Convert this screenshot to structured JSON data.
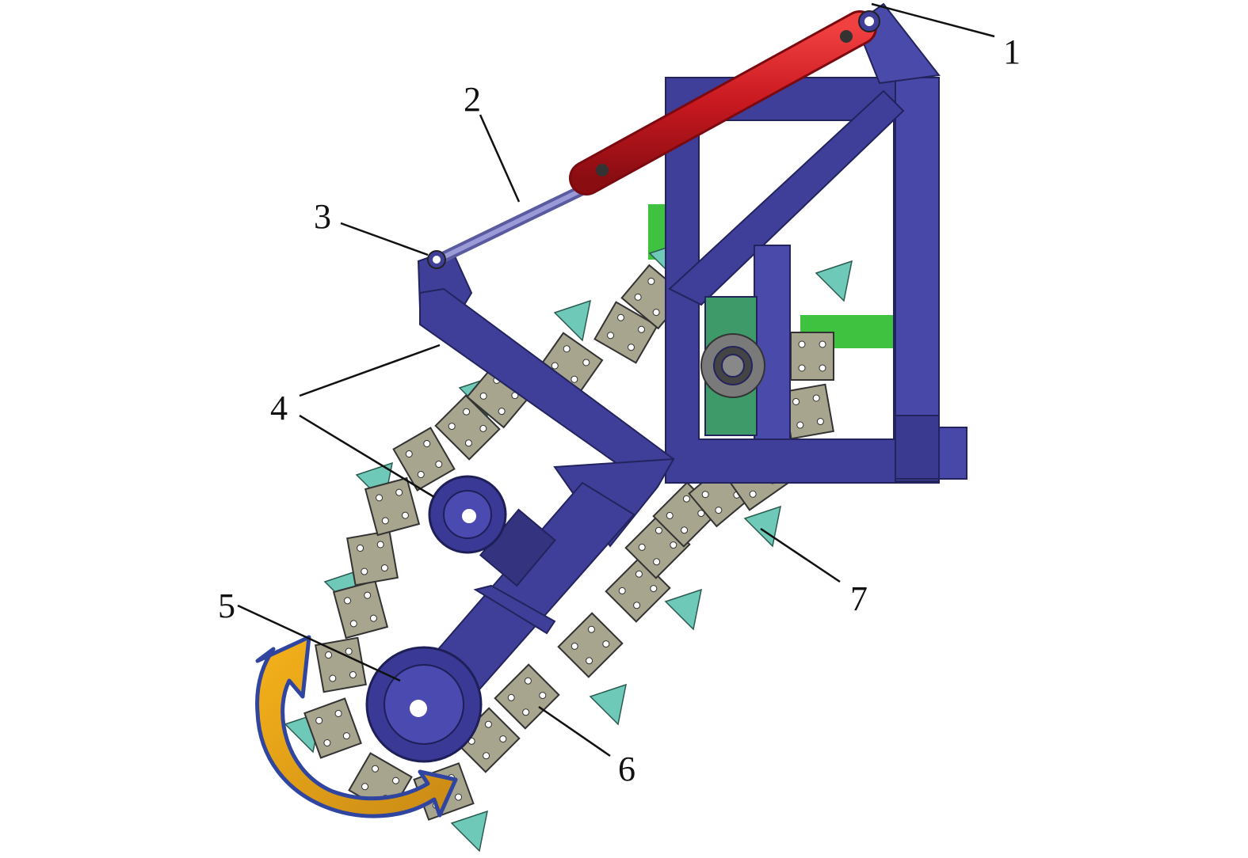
{
  "labels": {
    "l1": "1",
    "l2": "2",
    "l3": "3",
    "l4": "4",
    "l5": "5",
    "l6": "6",
    "l7": "7"
  },
  "colors": {
    "frame": "#3f3f9a",
    "cylinder": "#d4202a",
    "rod": "#8080c8",
    "link": "#a8a58e",
    "tooth": "#6fc9b8",
    "green": "#3fc23f",
    "arrow_fill": "#f0a818",
    "arrow_stroke": "#2f45a0"
  }
}
